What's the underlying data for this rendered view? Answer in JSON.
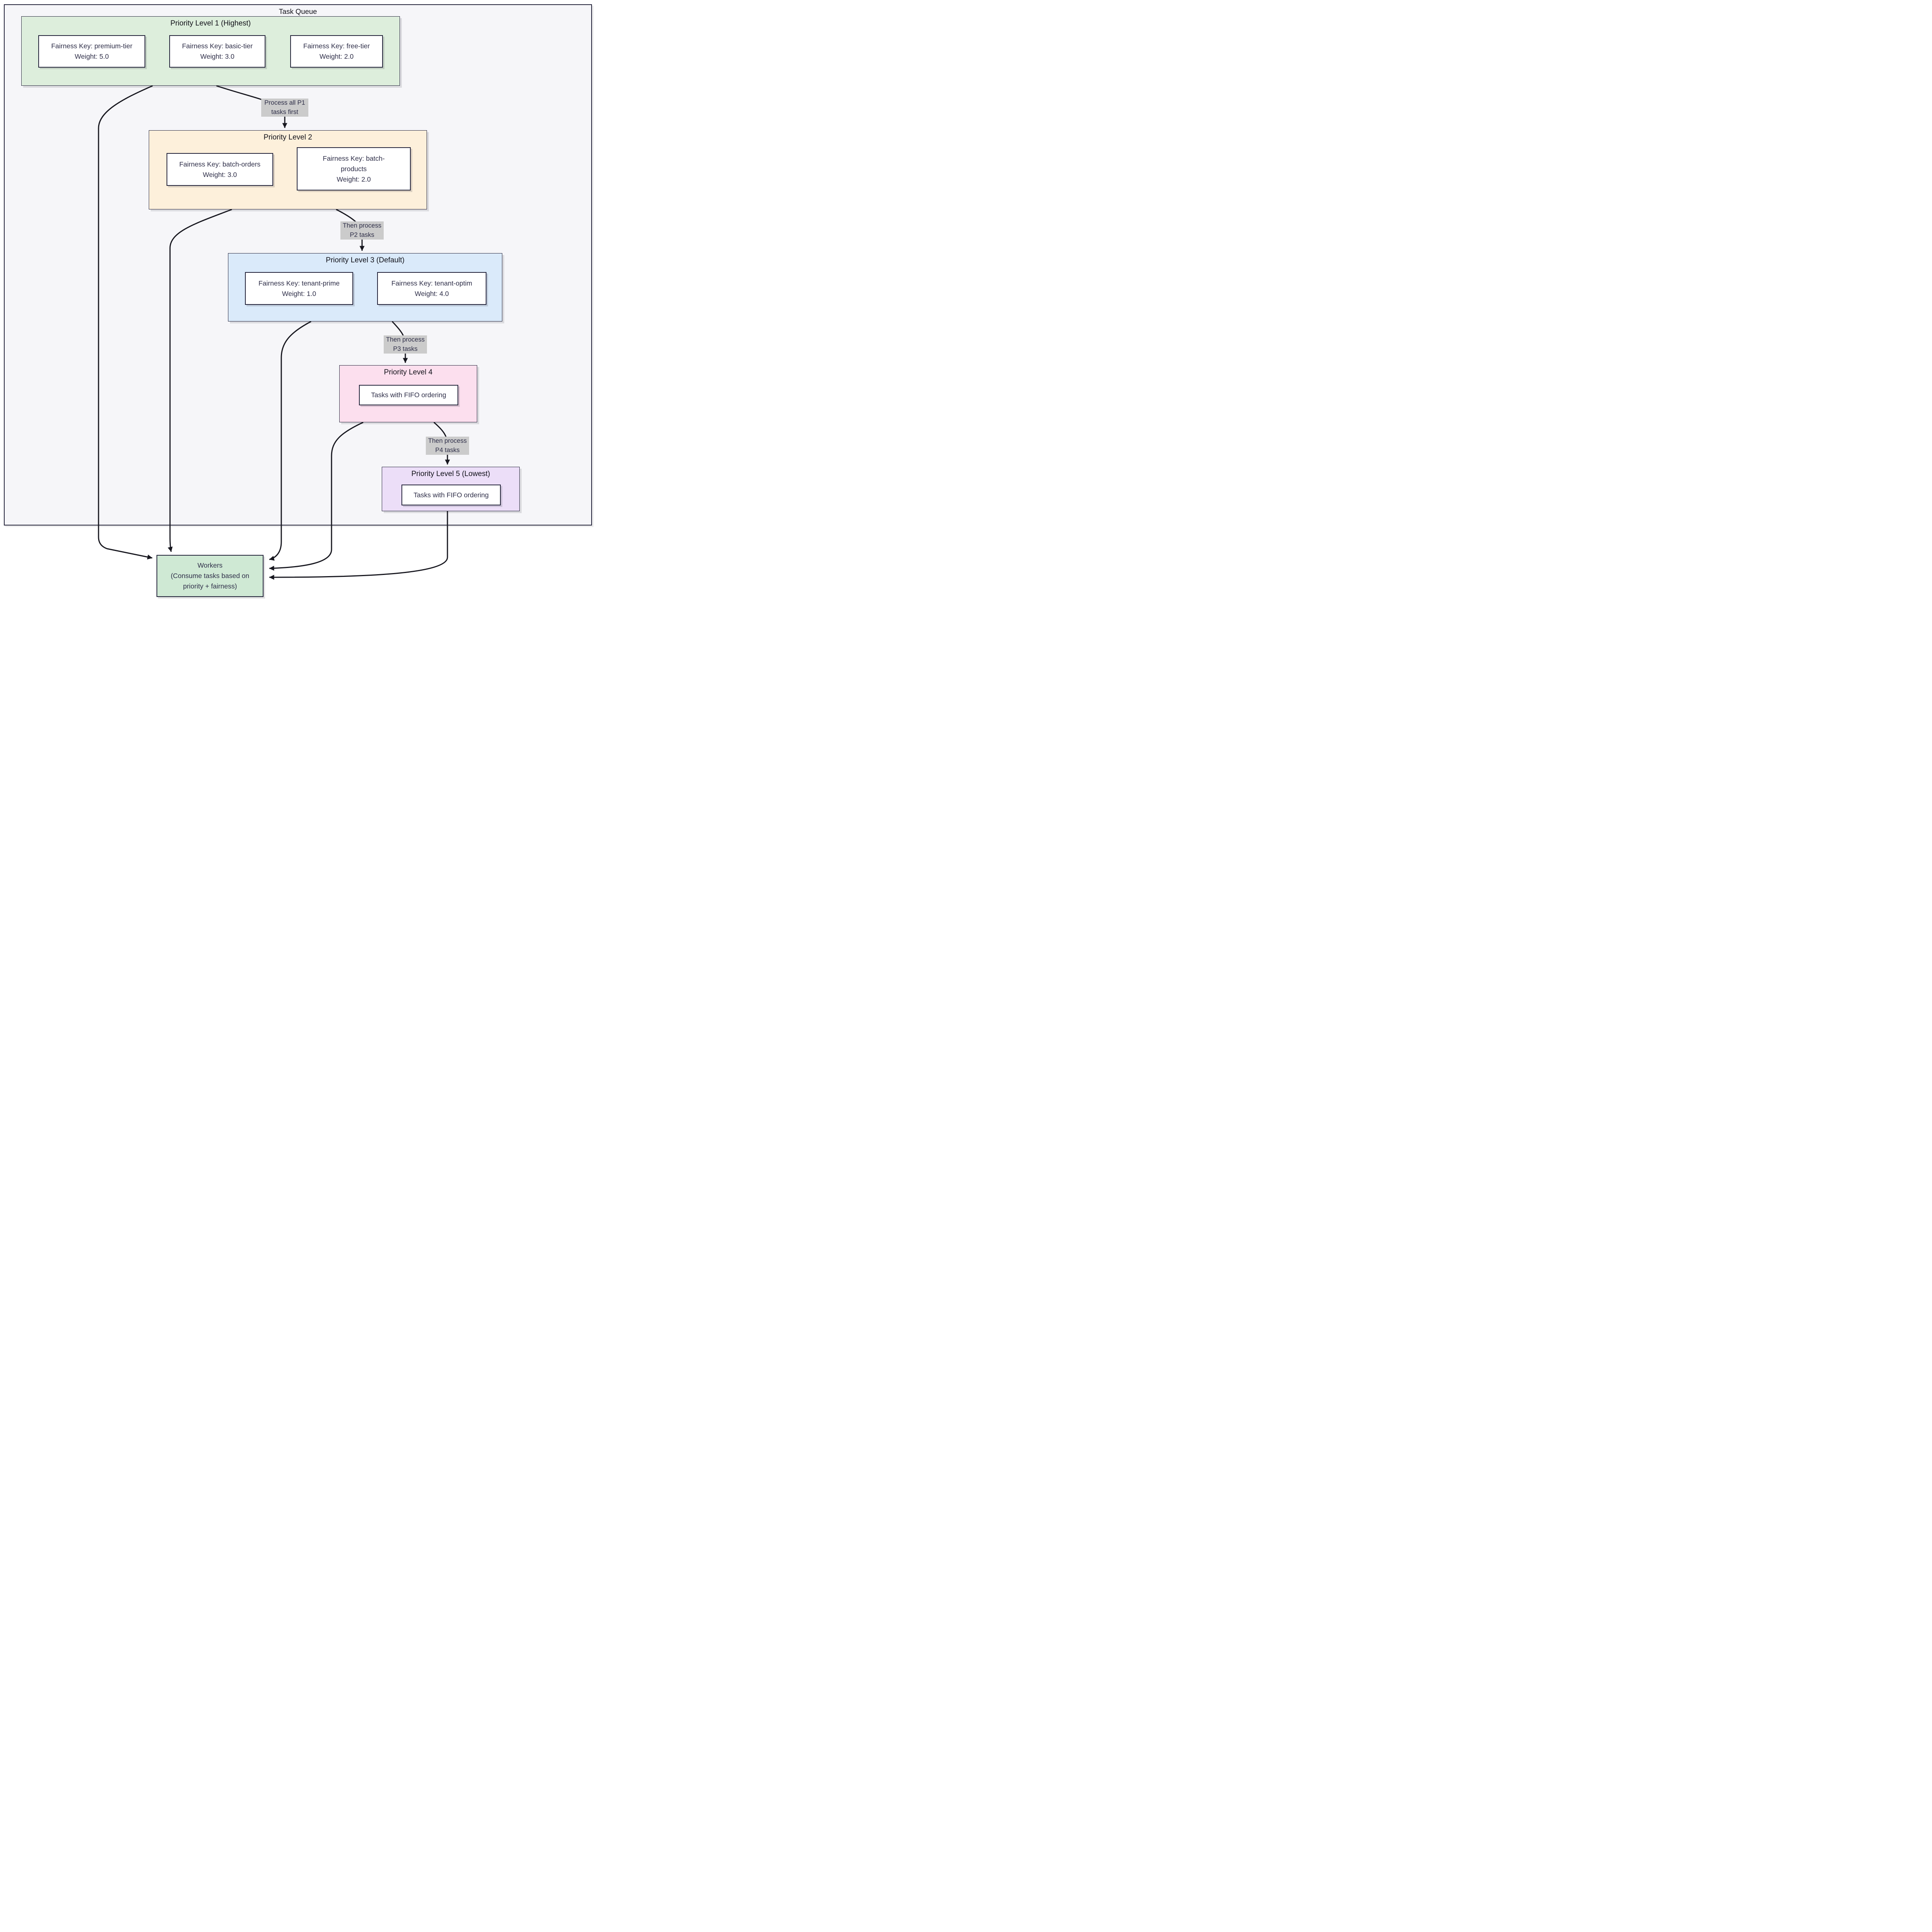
{
  "diagram": {
    "title": "Task Queue",
    "colors": {
      "border": "#23233a",
      "node_text": "#2e2e48",
      "title_text": "#101018",
      "arrow": "#17171f",
      "label_bg": "#cbcbcb",
      "canvas_bg": "#f6f6f9",
      "node_fill": "#ffffff",
      "p1_fill": "#ddeedc",
      "p2_fill": "#fdf0db",
      "p3_fill": "#daeafa",
      "p4_fill": "#fcdfee",
      "p5_fill": "#ecdef8",
      "workers_fill": "#cfe9d4"
    },
    "levels": [
      {
        "title": "Priority Level 1 (Highest)",
        "nodes": [
          {
            "label": "Fairness Key: premium-tier",
            "weight": "Weight: 5.0"
          },
          {
            "label": "Fairness Key: basic-tier",
            "weight": "Weight: 3.0"
          },
          {
            "label": "Fairness Key: free-tier",
            "weight": "Weight: 2.0"
          }
        ]
      },
      {
        "title": "Priority Level 2",
        "nodes": [
          {
            "label": "Fairness Key: batch-orders",
            "weight": "Weight: 3.0"
          },
          {
            "label": "Fairness Key: batch-products",
            "weight": "Weight: 2.0"
          }
        ]
      },
      {
        "title": "Priority Level 3 (Default)",
        "nodes": [
          {
            "label": "Fairness Key: tenant-prime",
            "weight": "Weight: 1.0"
          },
          {
            "label": "Fairness Key: tenant-optim",
            "weight": "Weight: 4.0"
          }
        ]
      },
      {
        "title": "Priority Level 4",
        "nodes": [
          {
            "label": "Tasks with FIFO ordering"
          }
        ]
      },
      {
        "title": "Priority Level 5 (Lowest)",
        "nodes": [
          {
            "label": "Tasks with FIFO ordering"
          }
        ]
      }
    ],
    "edge_labels": [
      {
        "text": "Process all P1 tasks first"
      },
      {
        "text": "Then process P2 tasks"
      },
      {
        "text": "Then process P3 tasks"
      },
      {
        "text": "Then process P4 tasks"
      }
    ],
    "workers": {
      "line1": "Workers",
      "line2": "(Consume tasks based on",
      "line3": "priority + fairness)"
    }
  }
}
